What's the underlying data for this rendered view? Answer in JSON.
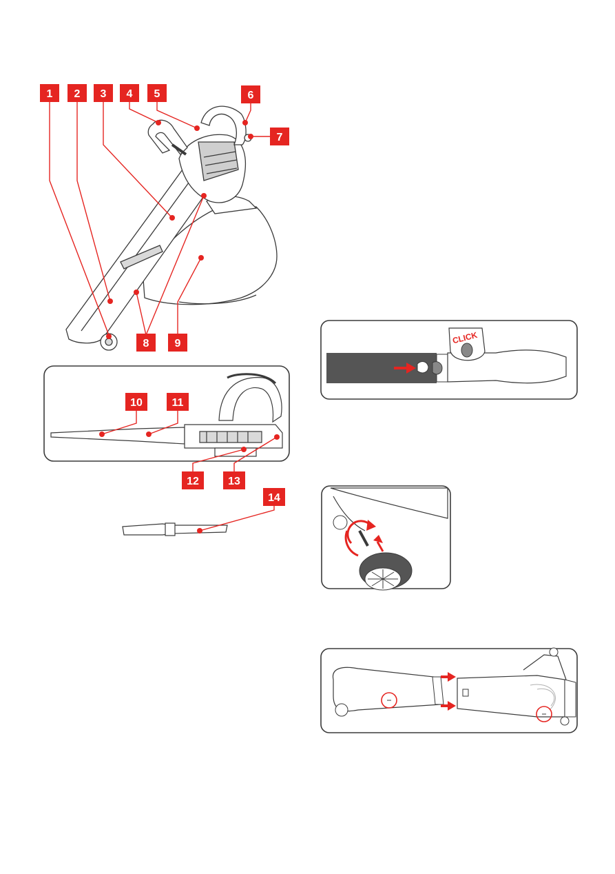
{
  "colors": {
    "accent": "#e52521",
    "line": "#3a3a3a",
    "fill_grey": "#d9d9d9",
    "dark": "#5a5a5a"
  },
  "labels": {
    "l1": "1",
    "l2": "2",
    "l3": "3",
    "l4": "4",
    "l5": "5",
    "l6": "6",
    "l7": "7",
    "l8": "8",
    "l9": "9",
    "l10": "10",
    "l11": "11",
    "l12": "12",
    "l13": "13",
    "l14": "14"
  },
  "panels": {
    "click_text": "CLICK"
  }
}
